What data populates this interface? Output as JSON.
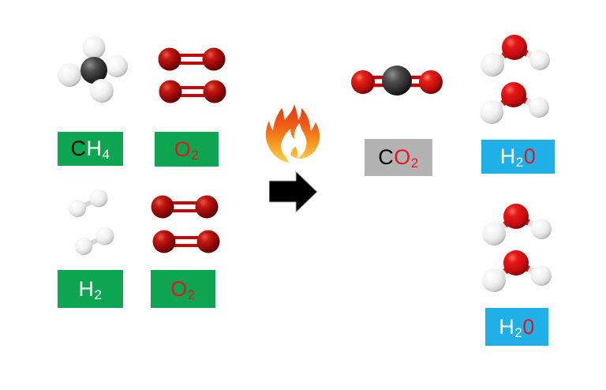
{
  "colors": {
    "background": "#ffffff",
    "label_green": "#0da551",
    "label_gray": "#b3b3b3",
    "label_blue": "#1fb0e8",
    "text_red": "#e8151c",
    "text_white": "#ffffff",
    "text_black": "#000000",
    "oxygen_molecule_dark_red": "#a01008",
    "co2_oxygen_red": "#cc1111",
    "water_oxygen_red": "#dd1414",
    "carbon_black": "#2d2d2d",
    "hydrogen_white": "#efefef",
    "arrow_black": "#000000",
    "flame_orange": "#f7941d"
  },
  "reactants": {
    "methane": {
      "molecule_icon": "ch4-ball-and-stick-model",
      "molecule_count": 1,
      "label": {
        "c": "C",
        "h": "H",
        "sub": "4"
      }
    },
    "oxygen_top": {
      "molecule_icon": "o2-ball-and-stick-model",
      "molecule_count": 2,
      "label": {
        "o": "O",
        "sub": "2"
      }
    },
    "hydrogen": {
      "molecule_icon": "h2-ball-and-stick-model",
      "molecule_count": 2,
      "label": {
        "h": "H",
        "sub": "2"
      }
    },
    "oxygen_bottom": {
      "molecule_icon": "o2-ball-and-stick-model",
      "molecule_count": 2,
      "label": {
        "o": "O",
        "sub": "2"
      }
    }
  },
  "middle": {
    "flame_icon": "flame-icon",
    "arrow_icon": "right-arrow-icon"
  },
  "products": {
    "carbon_dioxide": {
      "molecule_icon": "co2-ball-and-stick-model",
      "molecule_count": 1,
      "label": {
        "c": "C",
        "o": "O",
        "sub": "2"
      }
    },
    "water_top": {
      "molecule_icon": "h2o-ball-and-stick-model",
      "molecule_count": 2,
      "label": {
        "h": "H",
        "sub": "2",
        "o": "0"
      }
    },
    "water_bottom": {
      "molecule_icon": "h2o-ball-and-stick-model",
      "molecule_count": 2,
      "label": {
        "h": "H",
        "sub": "2",
        "o": "0"
      }
    }
  }
}
